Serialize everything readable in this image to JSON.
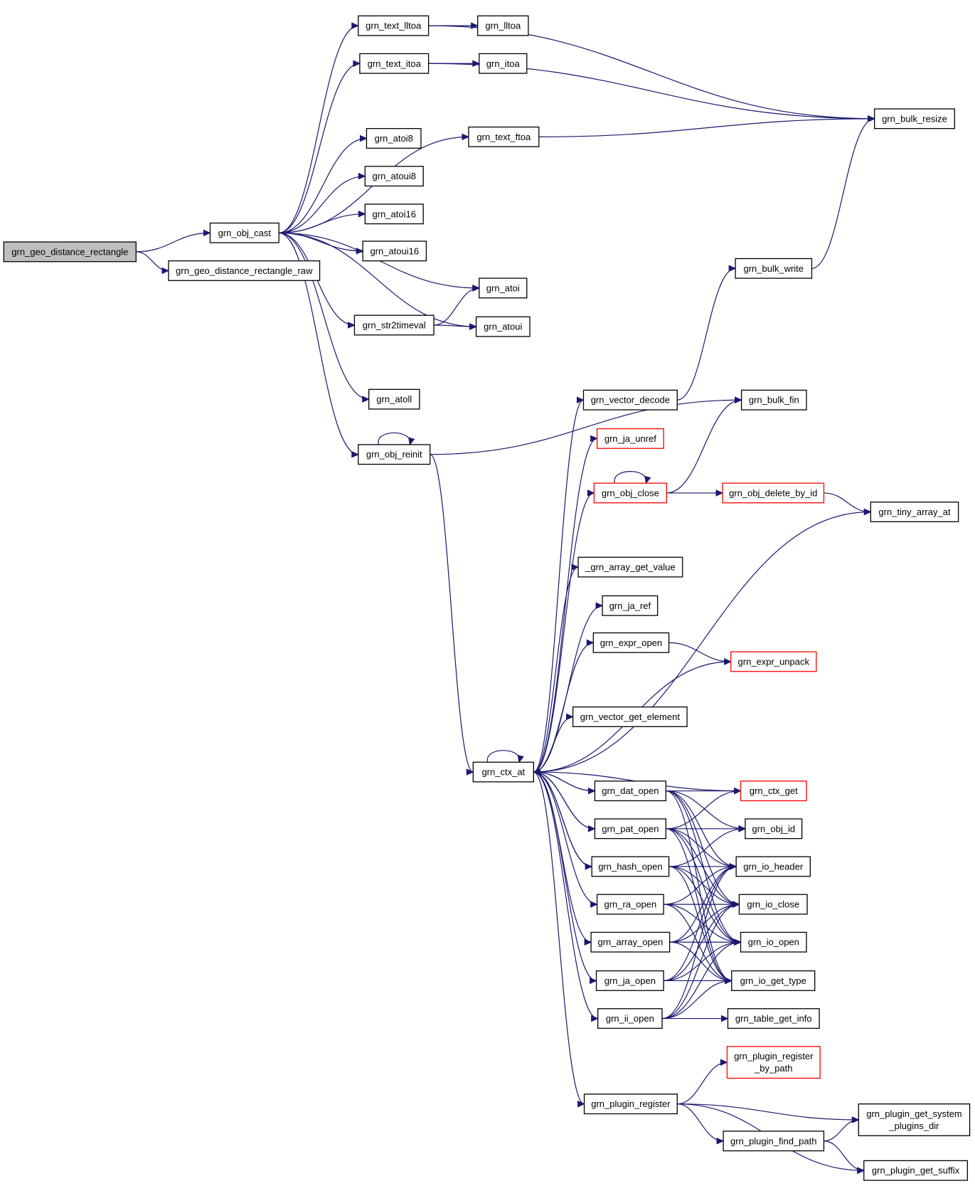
{
  "nodes": {
    "root": {
      "label": [
        "grn_geo_distance_rectangle"
      ],
      "style": "root"
    },
    "raw": {
      "label": [
        "grn_geo_distance_rectangle_raw"
      ]
    },
    "obj_cast": {
      "label": [
        "grn_obj_cast"
      ]
    },
    "text_lltoa": {
      "label": [
        "grn_text_lltoa"
      ]
    },
    "lltoa": {
      "label": [
        "grn_lltoa"
      ]
    },
    "text_itoa": {
      "label": [
        "grn_text_itoa"
      ]
    },
    "itoa": {
      "label": [
        "grn_itoa"
      ]
    },
    "bulk_resize": {
      "label": [
        "grn_bulk_resize"
      ]
    },
    "text_ftoa": {
      "label": [
        "grn_text_ftoa"
      ]
    },
    "atoi8": {
      "label": [
        "grn_atoi8"
      ]
    },
    "atoui8": {
      "label": [
        "grn_atoui8"
      ]
    },
    "atoi16": {
      "label": [
        "grn_atoi16"
      ]
    },
    "atoui16": {
      "label": [
        "grn_atoui16"
      ]
    },
    "atoi": {
      "label": [
        "grn_atoi"
      ]
    },
    "str2timeval": {
      "label": [
        "grn_str2timeval"
      ]
    },
    "atoui": {
      "label": [
        "grn_atoui"
      ]
    },
    "bulk_write": {
      "label": [
        "grn_bulk_write"
      ]
    },
    "atoll": {
      "label": [
        "grn_atoll"
      ]
    },
    "vector_decode": {
      "label": [
        "grn_vector_decode"
      ]
    },
    "bulk_fin": {
      "label": [
        "grn_bulk_fin"
      ]
    },
    "ja_unref": {
      "label": [
        "grn_ja_unref"
      ],
      "style": "red"
    },
    "obj_reinit": {
      "label": [
        "grn_obj_reinit"
      ]
    },
    "obj_close": {
      "label": [
        "grn_obj_close"
      ],
      "style": "red"
    },
    "obj_delete_by_id": {
      "label": [
        "grn_obj_delete_by_id"
      ],
      "style": "red"
    },
    "tiny_array_at": {
      "label": [
        "grn_tiny_array_at"
      ]
    },
    "array_get_value": {
      "label": [
        "_grn_array_get_value"
      ]
    },
    "ja_ref": {
      "label": [
        "grn_ja_ref"
      ]
    },
    "expr_open": {
      "label": [
        "grn_expr_open"
      ]
    },
    "expr_unpack": {
      "label": [
        "grn_expr_unpack"
      ],
      "style": "red"
    },
    "vector_get_element": {
      "label": [
        "grn_vector_get_element"
      ]
    },
    "ctx_at": {
      "label": [
        "grn_ctx_at"
      ]
    },
    "dat_open": {
      "label": [
        "grn_dat_open"
      ]
    },
    "ctx_get": {
      "label": [
        "grn_ctx_get"
      ],
      "style": "red"
    },
    "pat_open": {
      "label": [
        "grn_pat_open"
      ]
    },
    "obj_id": {
      "label": [
        "grn_obj_id"
      ]
    },
    "hash_open": {
      "label": [
        "grn_hash_open"
      ]
    },
    "io_header": {
      "label": [
        "grn_io_header"
      ]
    },
    "ra_open": {
      "label": [
        "grn_ra_open"
      ]
    },
    "io_close": {
      "label": [
        "grn_io_close"
      ]
    },
    "array_open": {
      "label": [
        "grn_array_open"
      ]
    },
    "io_open": {
      "label": [
        "grn_io_open"
      ]
    },
    "ja_open": {
      "label": [
        "grn_ja_open"
      ]
    },
    "io_get_type": {
      "label": [
        "grn_io_get_type"
      ]
    },
    "ii_open": {
      "label": [
        "grn_ii_open"
      ]
    },
    "table_get_info": {
      "label": [
        "grn_table_get_info"
      ]
    },
    "plugin_register_by_path": {
      "label": [
        "grn_plugin_register",
        "_by_path"
      ],
      "style": "red"
    },
    "plugin_register": {
      "label": [
        "grn_plugin_register"
      ]
    },
    "plugin_get_system_plugins_dir": {
      "label": [
        "grn_plugin_get_system",
        "_plugins_dir"
      ]
    },
    "plugin_find_path": {
      "label": [
        "grn_plugin_find_path"
      ]
    },
    "plugin_get_suffix": {
      "label": [
        "grn_plugin_get_suffix"
      ]
    }
  },
  "edges": [
    [
      "root",
      "obj_cast"
    ],
    [
      "root",
      "raw"
    ],
    [
      "obj_cast",
      "text_lltoa"
    ],
    [
      "obj_cast",
      "text_itoa"
    ],
    [
      "obj_cast",
      "text_ftoa"
    ],
    [
      "obj_cast",
      "atoi8"
    ],
    [
      "obj_cast",
      "atoui8"
    ],
    [
      "obj_cast",
      "atoi16"
    ],
    [
      "obj_cast",
      "atoui16"
    ],
    [
      "obj_cast",
      "atoi"
    ],
    [
      "obj_cast",
      "str2timeval"
    ],
    [
      "obj_cast",
      "atoui"
    ],
    [
      "obj_cast",
      "atoll"
    ],
    [
      "obj_cast",
      "obj_reinit"
    ],
    [
      "text_lltoa",
      "lltoa"
    ],
    [
      "text_lltoa",
      "bulk_resize"
    ],
    [
      "text_itoa",
      "itoa"
    ],
    [
      "text_itoa",
      "bulk_resize"
    ],
    [
      "text_ftoa",
      "bulk_resize"
    ],
    [
      "str2timeval",
      "atoi"
    ],
    [
      "str2timeval",
      "atoui"
    ],
    [
      "bulk_write",
      "bulk_resize"
    ],
    [
      "vector_decode",
      "bulk_write"
    ],
    [
      "obj_reinit",
      "obj_reinit"
    ],
    [
      "obj_reinit",
      "bulk_fin"
    ],
    [
      "obj_reinit",
      "ctx_at"
    ],
    [
      "obj_close",
      "obj_close"
    ],
    [
      "obj_close",
      "bulk_fin"
    ],
    [
      "obj_close",
      "obj_delete_by_id"
    ],
    [
      "obj_delete_by_id",
      "tiny_array_at"
    ],
    [
      "expr_open",
      "expr_unpack"
    ],
    [
      "ctx_at",
      "ctx_at"
    ],
    [
      "ctx_at",
      "vector_decode"
    ],
    [
      "ctx_at",
      "ja_unref"
    ],
    [
      "ctx_at",
      "obj_close"
    ],
    [
      "ctx_at",
      "tiny_array_at"
    ],
    [
      "ctx_at",
      "array_get_value"
    ],
    [
      "ctx_at",
      "ja_ref"
    ],
    [
      "ctx_at",
      "expr_open"
    ],
    [
      "ctx_at",
      "expr_unpack"
    ],
    [
      "ctx_at",
      "vector_get_element"
    ],
    [
      "ctx_at",
      "dat_open"
    ],
    [
      "ctx_at",
      "pat_open"
    ],
    [
      "ctx_at",
      "hash_open"
    ],
    [
      "ctx_at",
      "ra_open"
    ],
    [
      "ctx_at",
      "array_open"
    ],
    [
      "ctx_at",
      "ja_open"
    ],
    [
      "ctx_at",
      "ii_open"
    ],
    [
      "ctx_at",
      "plugin_register"
    ],
    [
      "dat_open",
      "ctx_at"
    ],
    [
      "pat_open",
      "ctx_at"
    ],
    [
      "hash_open",
      "ctx_at"
    ],
    [
      "ctx_get",
      "ctx_at"
    ],
    [
      "dat_open",
      "ctx_get"
    ],
    [
      "dat_open",
      "obj_id"
    ],
    [
      "dat_open",
      "io_header"
    ],
    [
      "dat_open",
      "io_close"
    ],
    [
      "dat_open",
      "io_open"
    ],
    [
      "dat_open",
      "io_get_type"
    ],
    [
      "pat_open",
      "ctx_get"
    ],
    [
      "pat_open",
      "obj_id"
    ],
    [
      "pat_open",
      "io_header"
    ],
    [
      "pat_open",
      "io_close"
    ],
    [
      "pat_open",
      "io_open"
    ],
    [
      "pat_open",
      "io_get_type"
    ],
    [
      "hash_open",
      "obj_id"
    ],
    [
      "hash_open",
      "io_header"
    ],
    [
      "hash_open",
      "io_close"
    ],
    [
      "hash_open",
      "io_open"
    ],
    [
      "hash_open",
      "io_get_type"
    ],
    [
      "ra_open",
      "io_header"
    ],
    [
      "ra_open",
      "io_close"
    ],
    [
      "ra_open",
      "io_open"
    ],
    [
      "ra_open",
      "io_get_type"
    ],
    [
      "array_open",
      "io_header"
    ],
    [
      "array_open",
      "io_close"
    ],
    [
      "array_open",
      "io_open"
    ],
    [
      "array_open",
      "io_get_type"
    ],
    [
      "ja_open",
      "io_header"
    ],
    [
      "ja_open",
      "io_close"
    ],
    [
      "ja_open",
      "io_open"
    ],
    [
      "ja_open",
      "io_get_type"
    ],
    [
      "ii_open",
      "io_header"
    ],
    [
      "ii_open",
      "io_close"
    ],
    [
      "ii_open",
      "io_open"
    ],
    [
      "ii_open",
      "io_get_type"
    ],
    [
      "ii_open",
      "table_get_info"
    ],
    [
      "plugin_register",
      "plugin_register_by_path"
    ],
    [
      "plugin_register",
      "plugin_get_system_plugins_dir"
    ],
    [
      "plugin_register",
      "plugin_find_path"
    ],
    [
      "plugin_register",
      "plugin_get_suffix"
    ],
    [
      "plugin_find_path",
      "plugin_get_system_plugins_dir"
    ],
    [
      "plugin_find_path",
      "plugin_get_suffix"
    ]
  ],
  "colors": {
    "edge": "#191970",
    "root_fill": "#bfbfbf",
    "highlight_border": "#ff0000"
  }
}
